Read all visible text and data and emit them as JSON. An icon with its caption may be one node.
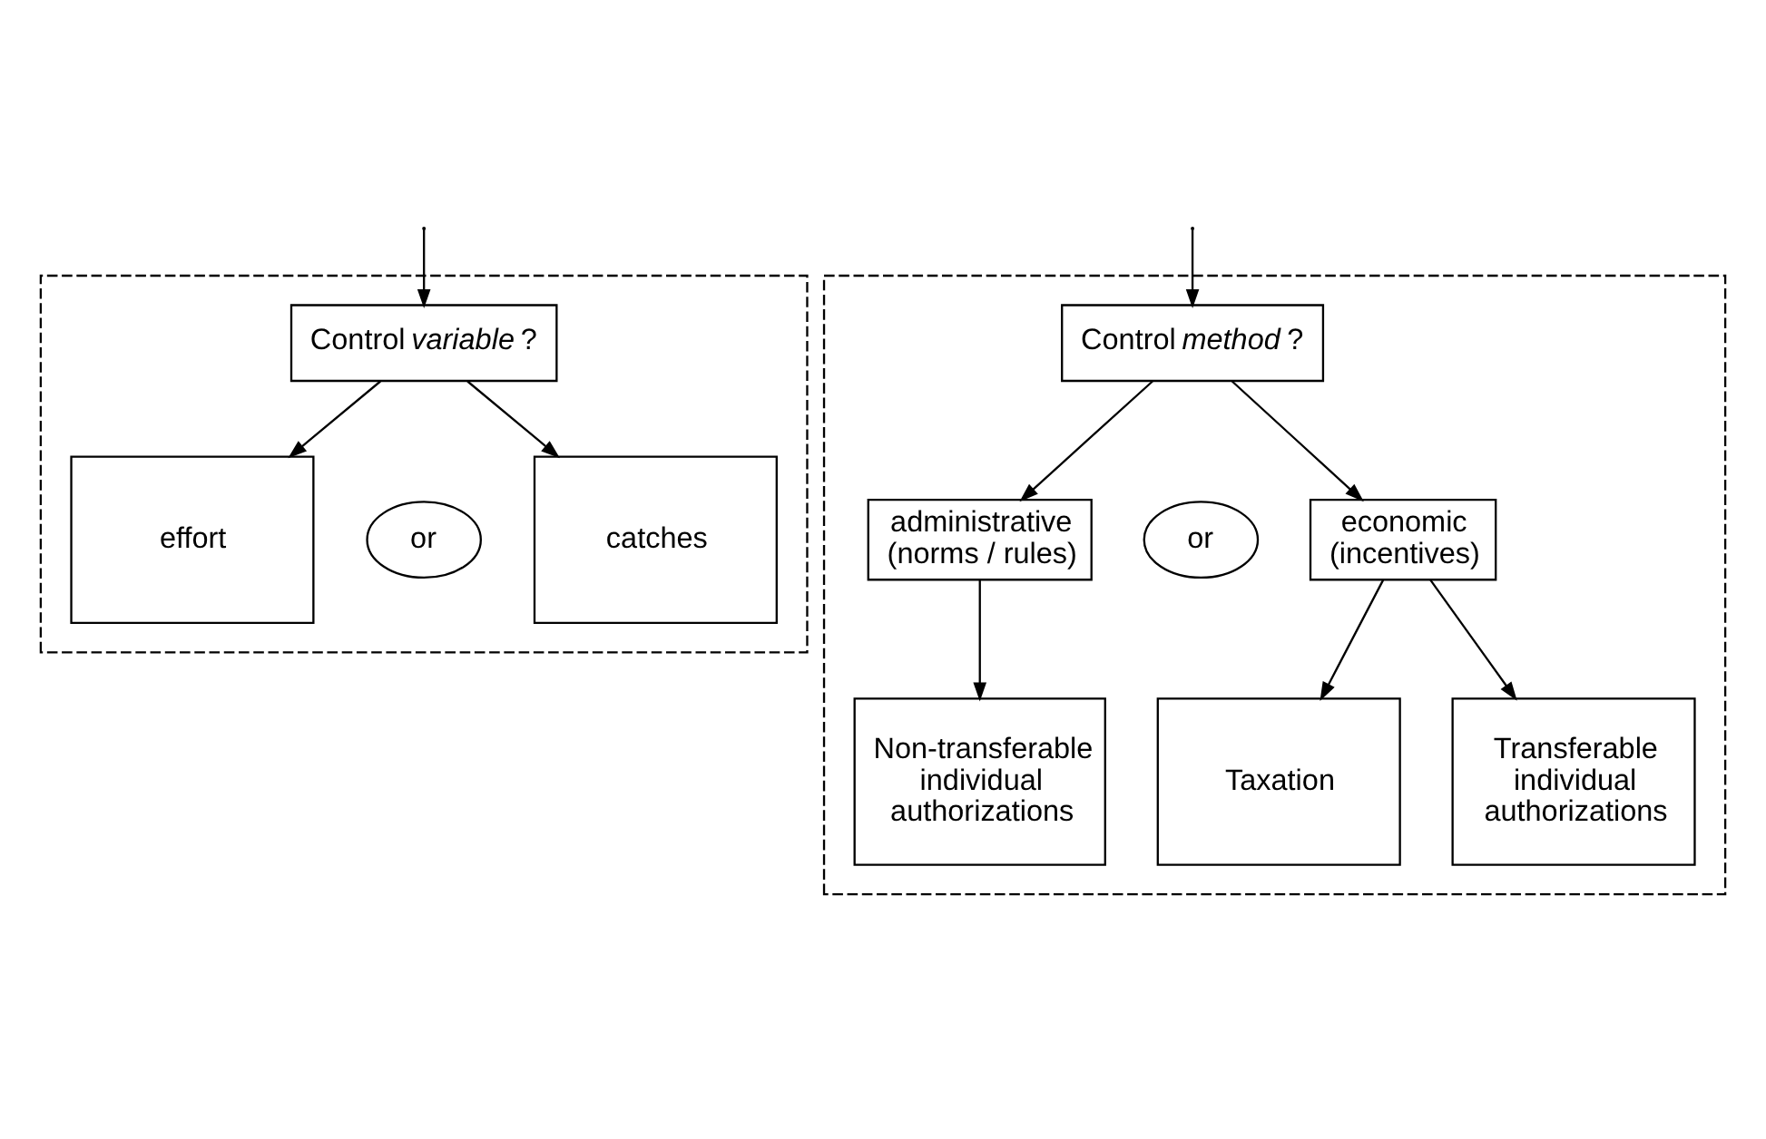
{
  "diagram": {
    "nodes": [
      {
        "text": [],
        "shape": "box"
      },
      {
        "text": [
          "Control *variable* ?"
        ],
        "in": 0
      },
      {
        "text": [
          "effort"
        ],
        "in": 0
      },
      {
        "text": [
          "or"
        ],
        "in": 0
      },
      {
        "text": [
          "catches"
        ],
        "in": 0
      },
      {
        "text": [],
        "shape": "box"
      },
      {
        "text": [
          "Control *method* ?"
        ],
        "in": 5
      },
      {
        "text": [
          "administrative (norms / rules)"
        ],
        "in": 5
      },
      {
        "text": [
          "or"
        ],
        "in": 5
      },
      {
        "text": [
          "economic (incentives)"
        ],
        "in": 5
      },
      {
        "text": [
          "Non-transferable individual authorizations"
        ],
        "in": 5
      },
      {
        "text": [
          "Taxation"
        ],
        "in": 5
      },
      {
        "text": [
          "Transferable individual authorizations"
        ],
        "in": 5
      }
    ],
    "edges": [
      {
        "from": null,
        "to": 1,
        "arrow": "to"
      },
      {
        "from": null,
        "to": 6,
        "arrow": "to"
      },
      {
        "from": 1,
        "to": 2,
        "arrow": "to"
      },
      {
        "from": 1,
        "to": 4,
        "arrow": "to"
      },
      {
        "from": 6,
        "to": 7,
        "arrow": "to"
      },
      {
        "from": 6,
        "to": 9,
        "arrow": "to"
      },
      {
        "from": 7,
        "to": 10,
        "arrow": "to"
      },
      {
        "from": 9,
        "to": 11,
        "arrow": "to"
      },
      {
        "from": 9,
        "to": 12,
        "arrow": "to"
      }
    ]
  }
}
